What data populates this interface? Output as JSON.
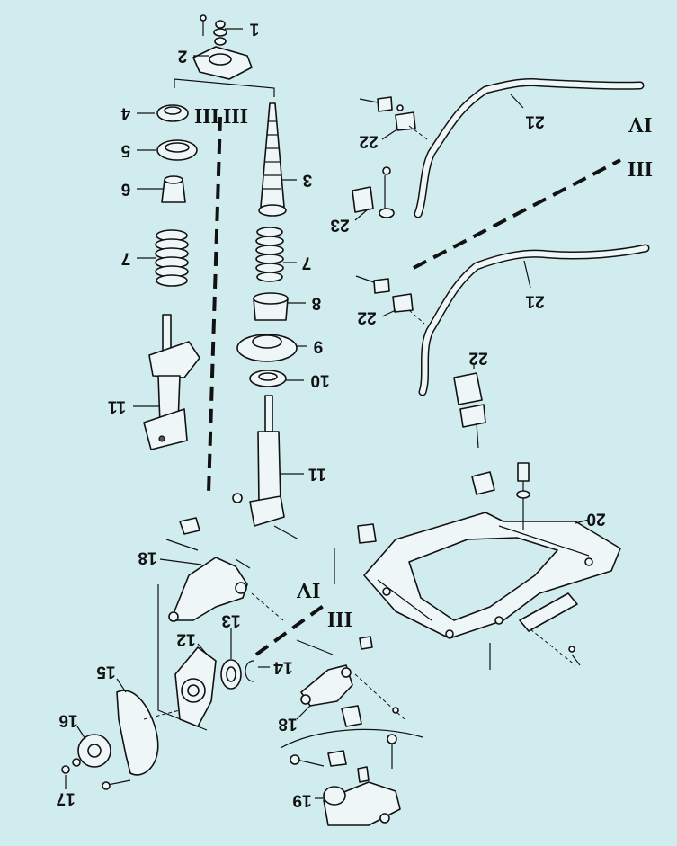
{
  "labels": {
    "n1": "1",
    "n2": "2",
    "n3": "3",
    "n4": "4",
    "n5": "5",
    "n6": "6",
    "n7a": "7",
    "n7b": "7",
    "n8": "8",
    "n9": "9",
    "n10": "10",
    "n11a": "11",
    "n11b": "11",
    "n12": "12",
    "n13": "13",
    "n14": "14",
    "n15": "15",
    "n16": "16",
    "n17": "17",
    "n18a": "18",
    "n18b": "18",
    "n19": "19",
    "n20": "20",
    "n21a": "21",
    "n21b": "21",
    "n22a": "22",
    "n22b": "22",
    "n22c": "22",
    "n23": "23"
  },
  "romans": {
    "r_top_left": "III",
    "r_top_right": "III",
    "r_bar_upper": "IV",
    "r_bar_lower": "III",
    "r_mid_upper": "IV",
    "r_mid_lower": "III"
  },
  "colors": {
    "background": "#d1ecef",
    "ink": "#111111",
    "part_fill": "#eef6f7"
  }
}
